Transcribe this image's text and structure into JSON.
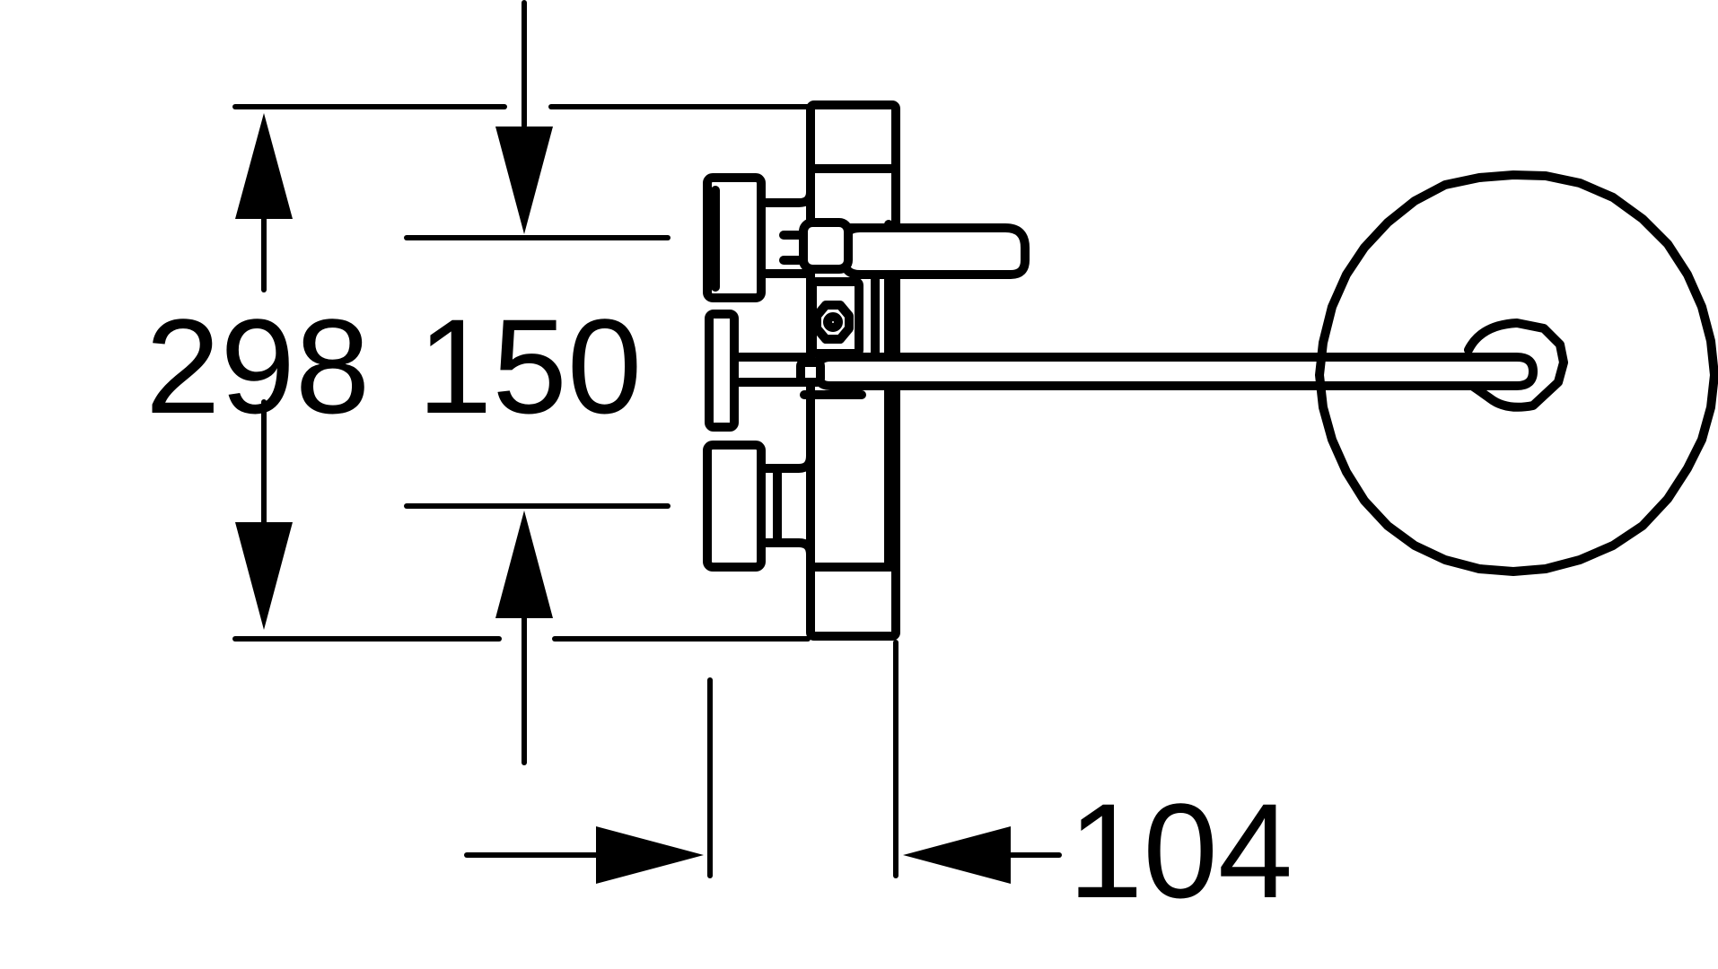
{
  "diagram": {
    "dimensions": {
      "overall_height": "298",
      "center_distance": "150",
      "wall_projection": "104"
    },
    "colors": {
      "line": "#000000",
      "background": "#ffffff"
    }
  }
}
